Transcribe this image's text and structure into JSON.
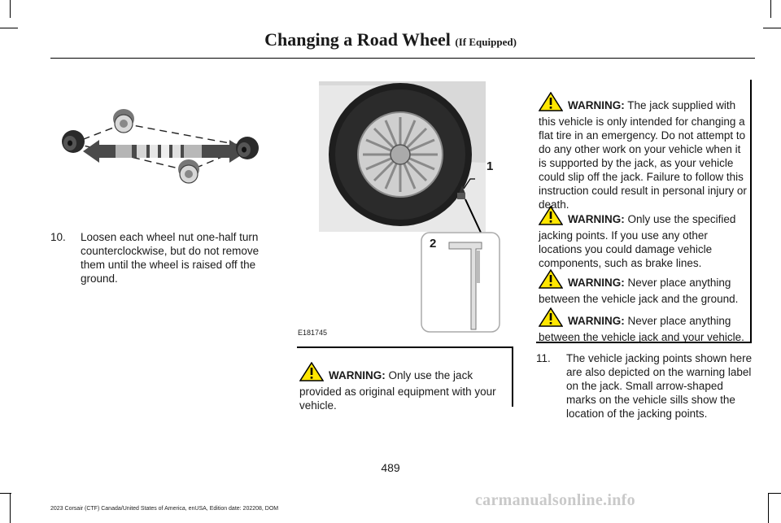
{
  "header": {
    "title": "Changing a Road Wheel",
    "subtitle": "(If Equipped)"
  },
  "steps": [
    {
      "number": "10.",
      "text": "Loosen each wheel nut one-half turn counterclockwise, but do not remove them until the wheel is raised off the ground."
    },
    {
      "number": "11.",
      "text": "The vehicle jacking points shown here are also depicted on the warning label on the jack. Small arrow-shaped marks on the vehicle sills show the location of the jacking points."
    }
  ],
  "warning_label": "WARNING:",
  "middle_warning": "Only use the jack provided as original equipment with your vehicle.",
  "right_warnings": [
    "The jack supplied with this vehicle is only intended for changing a flat tire in an emergency. Do not attempt to do any other work on your vehicle when it is supported by the jack, as your vehicle could slip off the jack. Failure to follow this instruction could result in personal injury or death.",
    "Only use the specified jacking points. If you use any other locations you could damage vehicle components, such as brake lines.",
    "Never place anything between the vehicle jack and the ground.",
    "Never place anything between the vehicle jack and your vehicle."
  ],
  "figure": {
    "code": "E181745",
    "callouts": [
      "1",
      "2"
    ]
  },
  "page_number": "489",
  "footer": "2023 Corsair (CTF) Canada/United States of America, enUSA, Edition date: 202208, DOM",
  "watermark": "carmanualsonline.info",
  "colors": {
    "warning_yellow": "#ffe600"
  }
}
